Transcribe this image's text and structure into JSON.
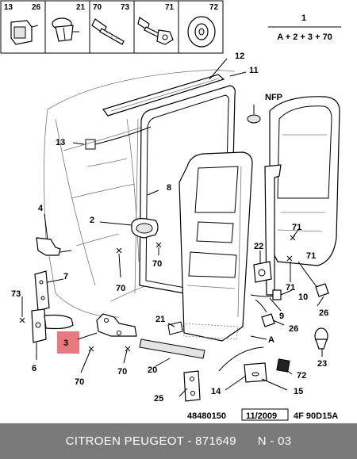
{
  "legend": {
    "boxes": [
      {
        "left": "13",
        "right": "26"
      },
      {
        "left": "",
        "right": "21"
      },
      {
        "left": "70",
        "right": "73"
      },
      {
        "left": "",
        "right": "71"
      },
      {
        "left": "",
        "right": "72"
      }
    ],
    "formula_top": "1",
    "formula_bottom": "A + 2 + 3 + 70"
  },
  "callouts": {
    "c12": "12",
    "c11": "11",
    "cNFP": "NFP",
    "c13": "13",
    "c8": "8",
    "c4": "4",
    "c2": "2",
    "c71a": "71",
    "c70a": "70",
    "c22": "22",
    "c71b": "71",
    "c9": "9",
    "c7": "7",
    "c73": "73",
    "c71c": "71",
    "c10": "10",
    "c70b": "70",
    "c26a": "26",
    "c21": "21",
    "c26b": "26",
    "c3": "3",
    "cA": "A",
    "c6": "6",
    "c70c": "70",
    "c70d": "70",
    "c20": "20",
    "c23": "23",
    "c72": "72",
    "c25": "25",
    "c14": "14",
    "c15": "15"
  },
  "ref": {
    "number": "48480150",
    "date": "11/2009",
    "code": "4F 90D15A"
  },
  "footer": {
    "text": "CITROEN PEUGEOT - 871649      N - 03"
  },
  "colors": {
    "highlight": "#e87a7f",
    "footer_bg": "#7a7a7a"
  }
}
